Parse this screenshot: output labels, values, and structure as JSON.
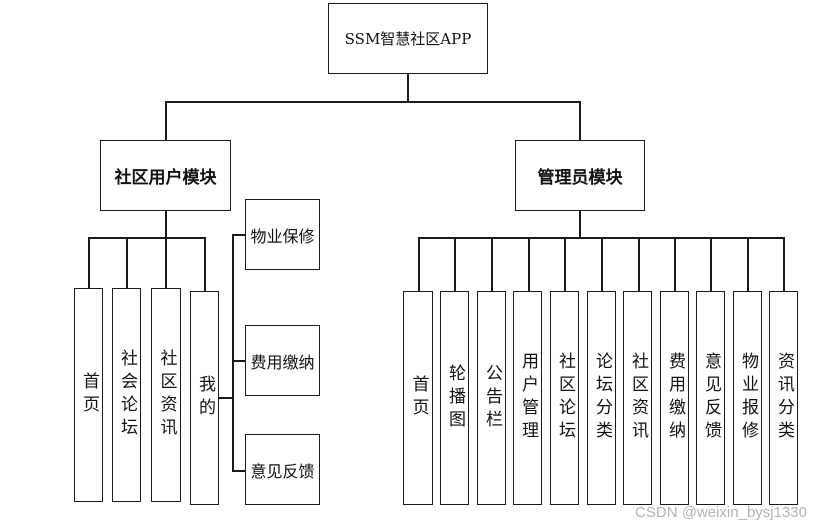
{
  "root": {
    "label": "SSM智慧社区APP"
  },
  "user_module": {
    "label": "社区用户模块",
    "children": [
      "首页",
      "社会论坛",
      "社区资讯",
      "我的"
    ],
    "mine_children": [
      "物业保修",
      "费用缴纳",
      "意见反馈"
    ]
  },
  "admin_module": {
    "label": "管理员模块",
    "children": [
      "首页",
      "轮播图",
      "公告栏",
      "用户管理",
      "社区论坛",
      "论坛分类",
      "社区资讯",
      "费用缴纳",
      "意见反馈",
      "物业报修",
      "资讯分类"
    ]
  },
  "watermark": "CSDN @weixin_bysj1330"
}
